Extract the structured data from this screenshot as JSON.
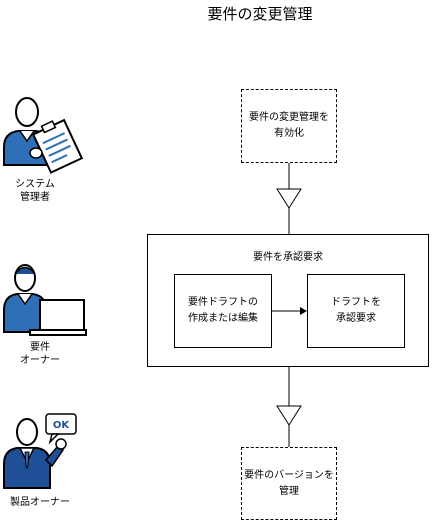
{
  "title": "要件の変更管理",
  "roles": [
    {
      "line1": "システム",
      "line2": "管理者",
      "icon": "admin-with-clipboard-icon"
    },
    {
      "line1": "要件",
      "line2": "オーナー",
      "icon": "owner-at-laptop-icon"
    },
    {
      "line1": "製品オーナー",
      "line2": "",
      "icon": "product-owner-ok-icon"
    }
  ],
  "ok_text": "OK",
  "steps": {
    "enable": {
      "line1": "要件の変更管理を",
      "line2": "有効化"
    },
    "approval": {
      "label": "要件を承認要求"
    },
    "draft": {
      "line1": "要件ドラフトの",
      "line2": "作成または編集"
    },
    "request": {
      "line1": "ドラフトを",
      "line2": "承認要求"
    },
    "version": {
      "line1": "要件のバージョンを",
      "line2": "管理"
    }
  },
  "colors": {
    "icon_blue": "#2e6fb7",
    "line": "#000000",
    "dark_blue": "#1f4f96"
  }
}
